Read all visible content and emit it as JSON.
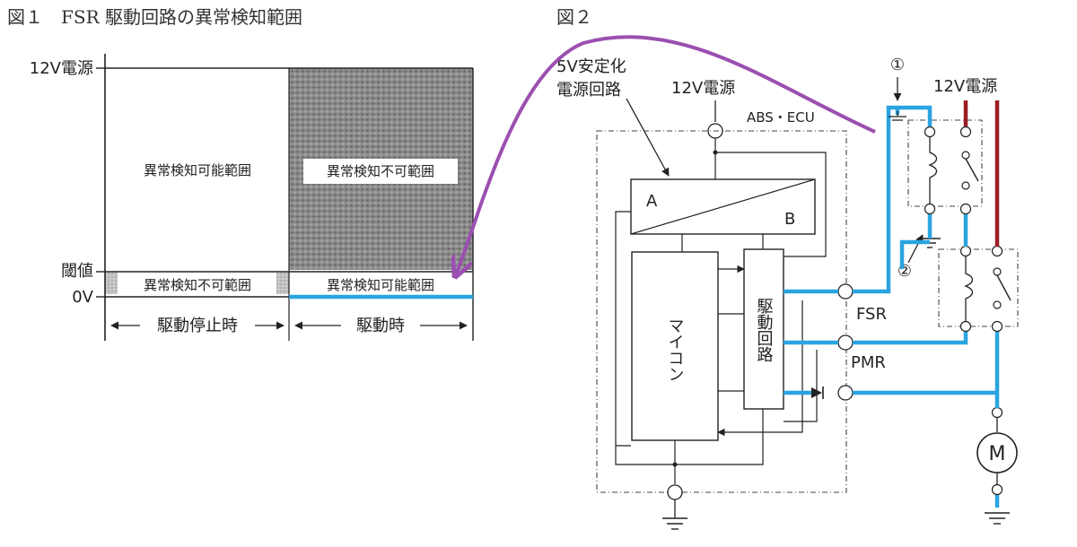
{
  "figure1": {
    "title": "図１　FSR 駆動回路の異常検知範囲",
    "y_labels": {
      "top": "12V電源",
      "threshold": "閾値",
      "zero": "0V"
    },
    "regions": {
      "stop_upper": "異常検知可能範囲",
      "drive_upper": "異常検知不可範囲",
      "stop_lower": "異常検知不可範囲",
      "drive_lower": "異常検知可能範囲"
    },
    "x_labels": {
      "stop": "駆動停止時",
      "drive": "駆動時"
    }
  },
  "figure2": {
    "title": "図２",
    "labels": {
      "regulator": "5V安定化\n電源回路",
      "supply_left": "12V電源",
      "supply_right": "12V電源",
      "ecu": "ABS・ECU",
      "block_a": "A",
      "block_b": "B",
      "microcomputer": "マイコン",
      "driver": "駆動回路",
      "fsr": "FSR",
      "pmr": "PMR",
      "motor": "M",
      "marker1": "①",
      "marker2": "②"
    }
  },
  "colors": {
    "highlight_blue": "#2aa4e0",
    "arrow_purple": "#9b4fb0",
    "supply_red": "#9b1c24"
  }
}
